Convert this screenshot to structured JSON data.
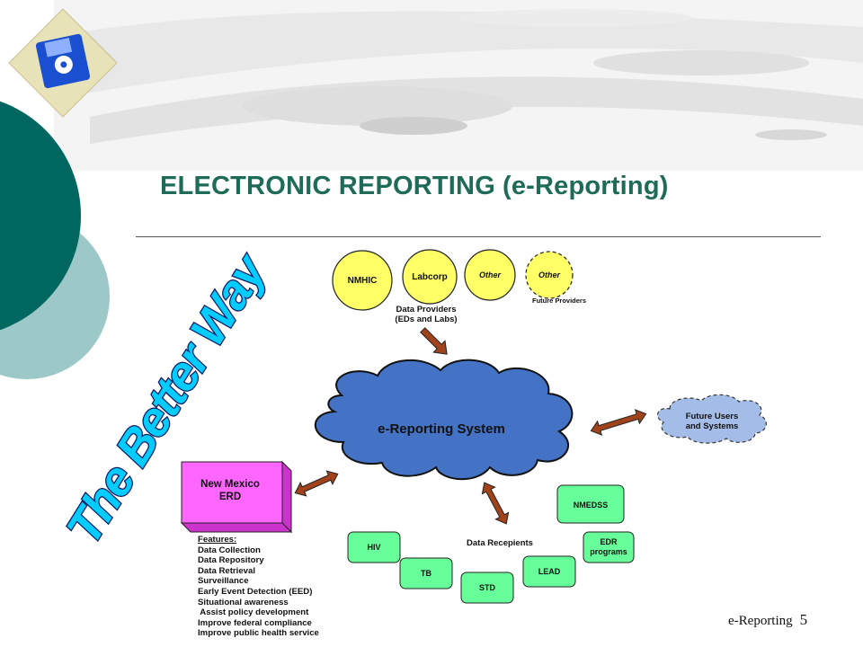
{
  "slide": {
    "title_part1": "ELECTRONIC REPORTING",
    "title_part2": "(e-Reporting)",
    "slogan": "The Better Way",
    "footer_label": "e-Reporting",
    "page_number": "5"
  },
  "providers": {
    "nodes": [
      {
        "label": "NMHIC",
        "fill": "#ffff66"
      },
      {
        "label": "Labcorp",
        "fill": "#ffff66"
      },
      {
        "label": "Other",
        "fill": "#ffff66"
      },
      {
        "label": "Other",
        "fill": "#ffff66"
      }
    ],
    "caption_line1": "Data Providers",
    "caption_line2": "(EDs and Labs)",
    "future_caption": "Future Providers"
  },
  "system": {
    "label": "e-Reporting System",
    "fill": "#4472c4"
  },
  "future_users": {
    "line1": "Future Users",
    "line2": "and Systems",
    "fill": "#a4bde8"
  },
  "erd": {
    "line1": "New Mexico",
    "line2": "ERD",
    "fill": "#ff66ff"
  },
  "features": {
    "heading": "Features:",
    "items": [
      "Data Collection",
      "Data Repository",
      "Data Retrieval",
      "Surveillance",
      "Early Event Detection (EED)",
      "Situational awareness",
      " Assist policy development",
      "Improve federal compliance",
      "Improve public health service"
    ]
  },
  "recipients": {
    "caption": "Data Recepients",
    "nodes": [
      {
        "line1": "HIV",
        "line2": ""
      },
      {
        "line1": "TB",
        "line2": ""
      },
      {
        "line1": "STD",
        "line2": ""
      },
      {
        "line1": "LEAD",
        "line2": ""
      },
      {
        "line1": "EDR",
        "line2": "programs"
      },
      {
        "line1": "NMEDSS",
        "line2": ""
      }
    ],
    "fill": "#66ff99"
  },
  "colors": {
    "title": "#1e6b58",
    "teal_dark": "#006660",
    "teal_light": "#9cc8c8",
    "arrow": "#a0421a",
    "slogan": "#00ccff"
  }
}
